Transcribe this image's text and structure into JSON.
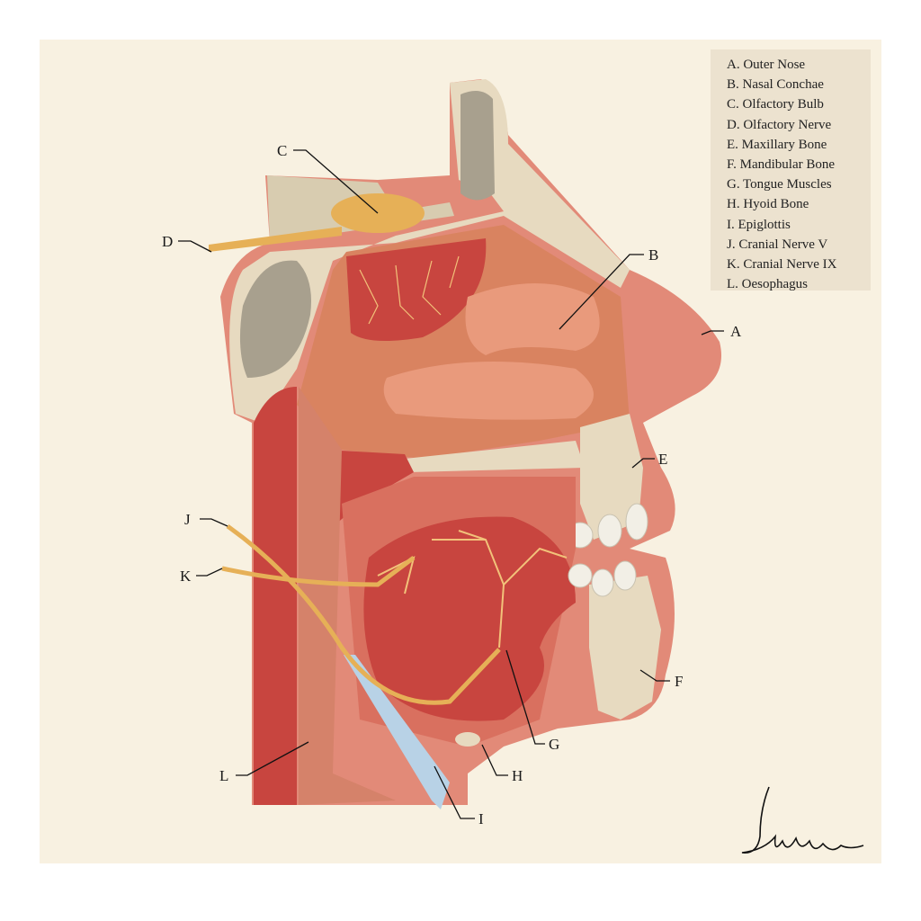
{
  "legend": [
    "A. Outer Nose",
    "B. Nasal Conchae",
    "C. Olfactory Bulb",
    "D. Olfactory Nerve",
    "E. Maxillary Bone",
    "F. Mandibular Bone",
    "G. Tongue Muscles",
    "H. Hyoid Bone",
    "I. Epiglottis",
    "J. Cranial Nerve V",
    "K. Cranial Nerve IX",
    "L. Oesophagus"
  ],
  "labels": {
    "A": "A",
    "B": "B",
    "C": "C",
    "D": "D",
    "E": "E",
    "F": "F",
    "G": "G",
    "H": "H",
    "I": "I",
    "J": "J",
    "K": "K",
    "L": "L"
  },
  "colors": {
    "background": "#f8f1e1",
    "legend": "#ece2cf",
    "bone": "#e8dcc0",
    "tissue": "#d9705f",
    "muscle": "#c8453f",
    "nerve": "#e6b057"
  }
}
